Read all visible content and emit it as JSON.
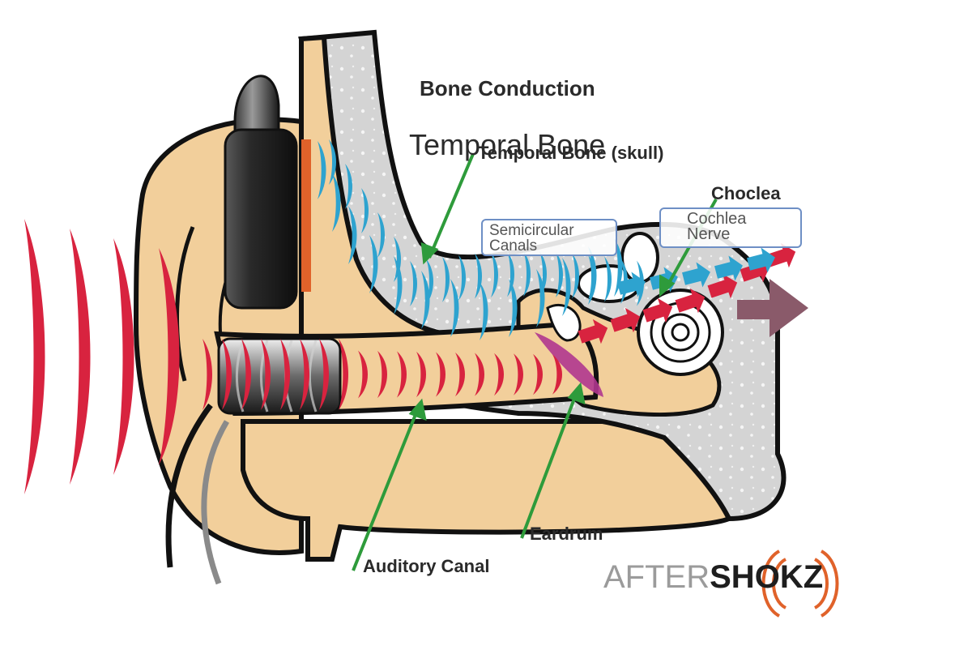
{
  "labels": {
    "title": "Bone Conduction",
    "temporal_bone": "Temporal Bone",
    "temporal_bone_skull": "Temporal Bone (skull)",
    "choclea": "Choclea",
    "semicircular": "Semicircular Canals",
    "cochlea_nerve": "Cochlea Nerve",
    "eardrum": "Eardrum",
    "auditory_canal": "Auditory Canal"
  },
  "logo": {
    "part1": "AFTER",
    "part2": "SH",
    "part3": "O",
    "part4": "KZ"
  },
  "colors": {
    "skin": "#f2cf9b",
    "bone": "#d6d6d6",
    "outline": "#111111",
    "sound_red": "#d8233f",
    "vibration_blue": "#2ea3cf",
    "pointer_green": "#2e9b3b",
    "orange_pad": "#e0622a",
    "eardrum_pink": "#b0368f",
    "nerve_arrow": "#8a5a6a"
  }
}
